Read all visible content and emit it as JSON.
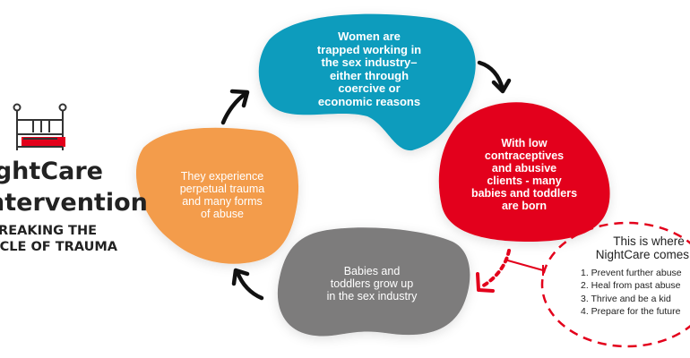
{
  "logo": {
    "title_line1": "NightCare",
    "title_line2": "Intervention",
    "subtitle_line1": "BREAKING THE",
    "subtitle_line2": "CYCLE OF TRAUMA",
    "icon": "crib-icon"
  },
  "cycle": [
    {
      "id": "women-trapped",
      "color": "#0a9cbd",
      "text_lines": [
        "Women are",
        "trapped working in",
        "the sex industry–",
        "either through",
        "coercive or",
        "economic reasons"
      ]
    },
    {
      "id": "babies-born",
      "color": "#e3001b",
      "text_lines": [
        "With low",
        "contraceptives",
        "and abusive",
        "clients - many",
        "babies and toddlers",
        "are born"
      ]
    },
    {
      "id": "grow-up",
      "color": "#7d7b7c",
      "text_lines": [
        "Babies and",
        "toddlers grow up",
        "in the sex industry"
      ]
    },
    {
      "id": "trauma",
      "color": "#f39c4c",
      "text_lines": [
        "They experience",
        "perpetual trauma",
        "and many forms",
        "of abuse"
      ]
    }
  ],
  "callout": {
    "heading_line1": "This is where",
    "heading_line2": "NightCare comes in",
    "items": [
      "1. Prevent further abuse",
      "2. Heal from past abuse",
      "3. Thrive and be a kid",
      "4. Prepare for the future"
    ],
    "border_color": "#e3001b"
  }
}
